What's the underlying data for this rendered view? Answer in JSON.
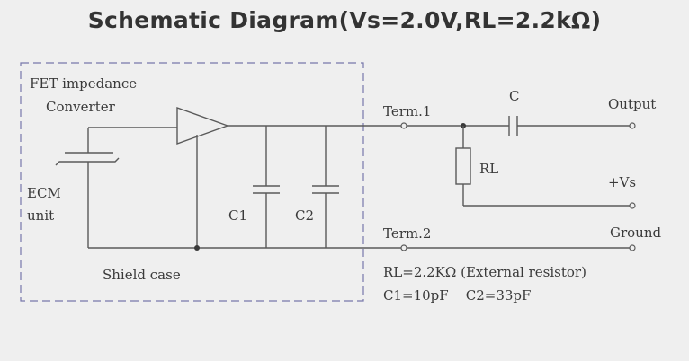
{
  "title": "Schematic Diagram(Vs=2.0V,RL=2.2kΩ)",
  "labels": {
    "fet_line1": "FET impedance",
    "fet_line2": "Converter",
    "ecm_line1": "ECM",
    "ecm_line2": "unit",
    "c1": "C1",
    "c2": "C2",
    "shield": "Shield case",
    "term1": "Term.1",
    "term2": "Term.2",
    "c": "C",
    "output": "Output",
    "rl": "RL",
    "vs": "+Vs",
    "ground": "Ground",
    "note_rl": "RL=2.2KΩ (External resistor)",
    "note_c": "C1=10pF    C2=33pF"
  },
  "colors": {
    "wire": "#5a5a5a",
    "box": "#7777aa",
    "background": "#efefef"
  }
}
